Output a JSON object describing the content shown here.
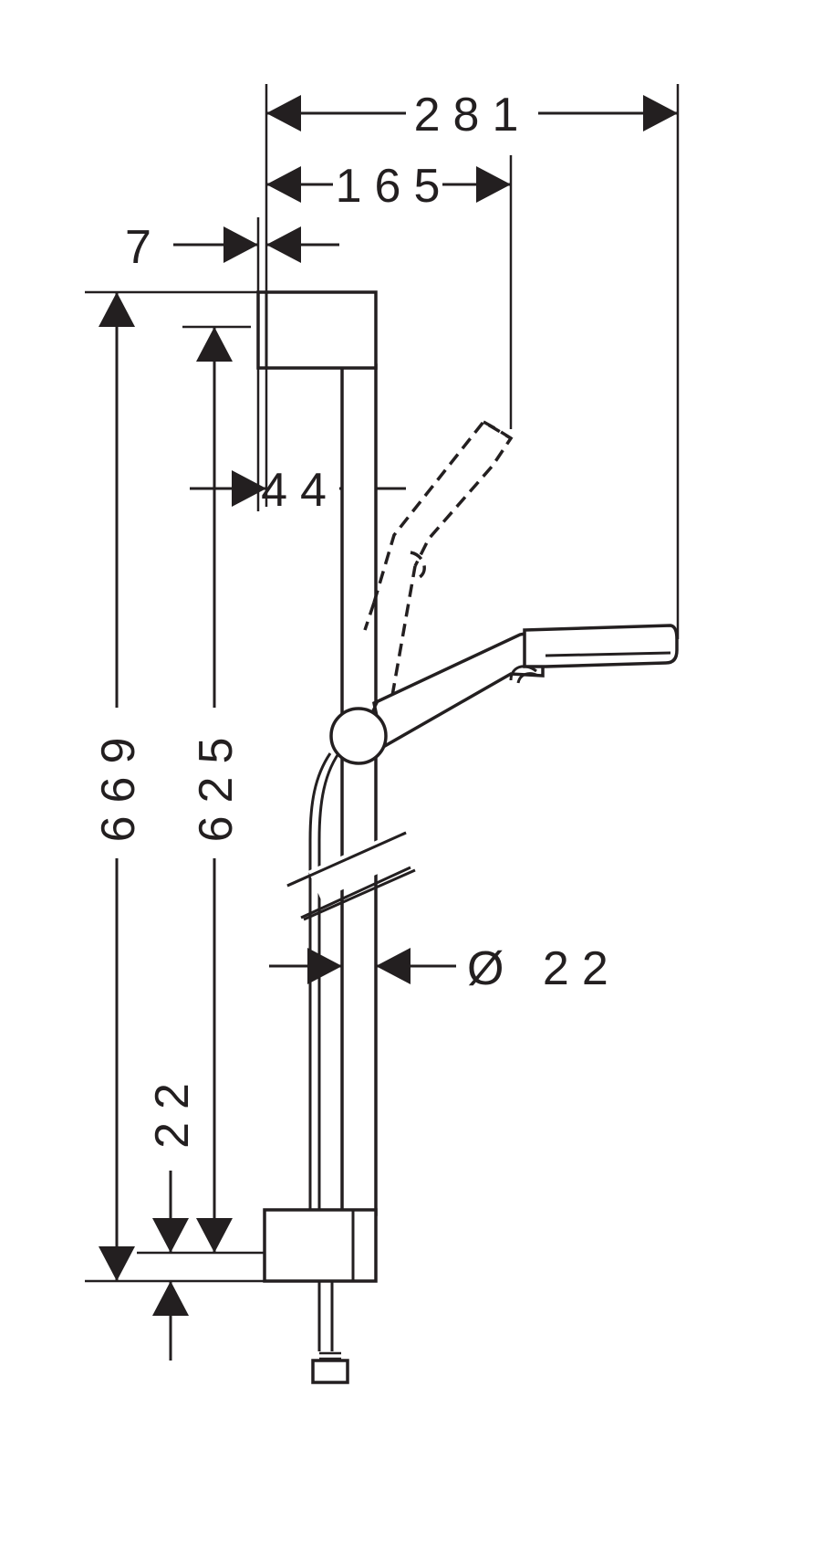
{
  "dimensions": {
    "total_width": "281",
    "handshower_reach": "165",
    "wall_offset": "7",
    "holder_depth": "44",
    "total_height": "669",
    "bracket_spacing": "625",
    "rail_diameter": "Ø 22",
    "bracket_offset": "22"
  },
  "colors": {
    "ink": "#231f20",
    "paper": "#ffffff"
  }
}
